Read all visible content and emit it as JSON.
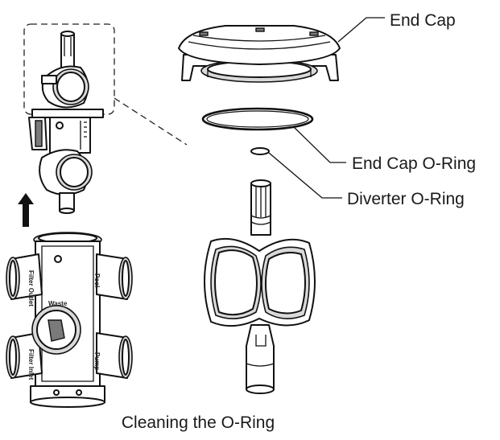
{
  "labels": {
    "end_cap": "End Cap",
    "end_cap_o_ring": "End Cap O-Ring",
    "diverter_o_ring": "Diverter O-Ring"
  },
  "valve_port_labels": {
    "filter_outlet": "Filter Outlet",
    "pool": "Pool",
    "waste": "Waste",
    "filter_inlet": "Filter Inlet",
    "pump": "Pump"
  },
  "caption": "Cleaning the O-Ring"
}
